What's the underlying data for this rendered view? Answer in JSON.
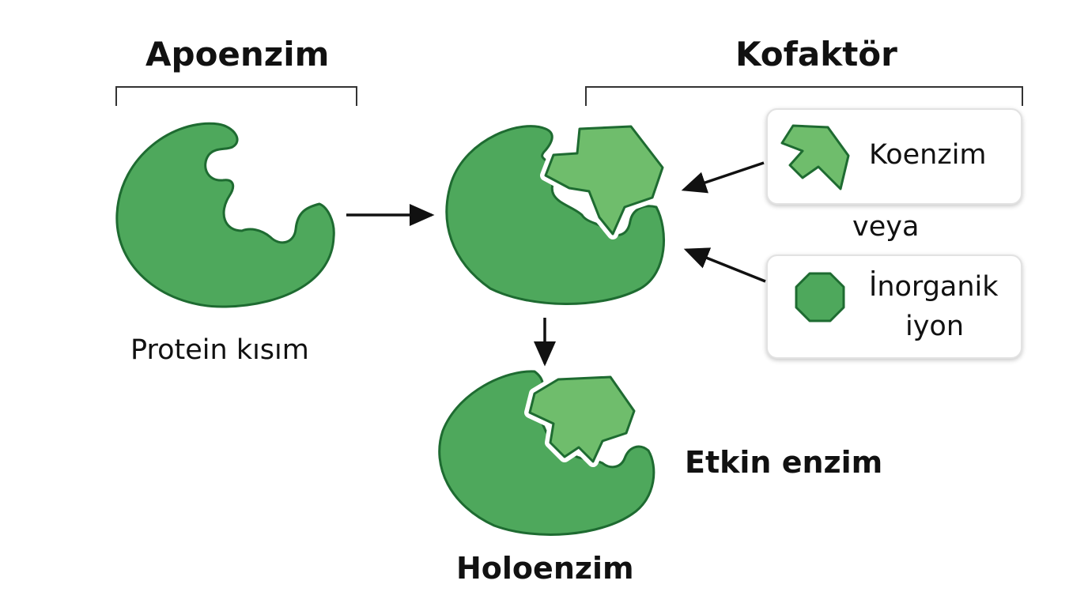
{
  "labels": {
    "apoenzim": "Apoenzim",
    "kofaktor": "Kofaktör",
    "protein_kisim": "Protein kısım",
    "veya": "veya",
    "etkin_enzim": "Etkin enzim",
    "holoenzim": "Holoenzim"
  },
  "legend": {
    "koenzim": "Koenzim",
    "inorganik_line1": "İnorganik",
    "inorganik_line2": "iyon"
  },
  "colors": {
    "enzyme_fill": "#4ea85c",
    "enzyme_stroke": "#1e6b31",
    "cofactor_fill": "#6fbd6c",
    "arrow": "#111111"
  }
}
